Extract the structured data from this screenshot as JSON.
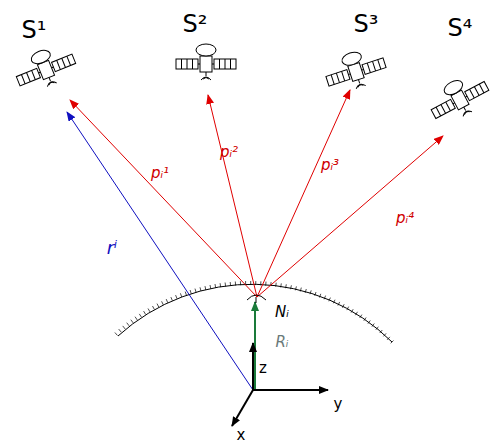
{
  "diagram": {
    "labels": [
      "S¹",
      "S²",
      "S³",
      "S⁴",
      "pᵢ¹",
      "pᵢ²",
      "pᵢ³",
      "pᵢ⁴",
      "rⁱ",
      "Nᵢ",
      "Rᵢ",
      "z",
      "y",
      "x"
    ]
  }
}
